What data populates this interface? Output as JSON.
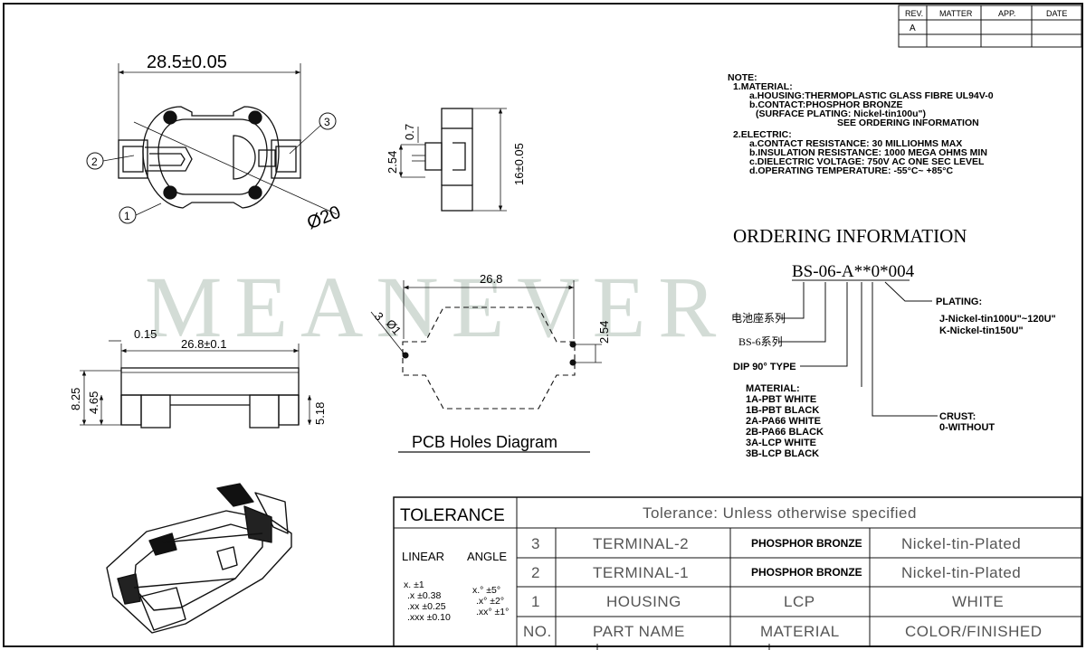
{
  "revision_table": {
    "headers": [
      "REV.",
      "MATTER",
      "APP.",
      "DATE"
    ],
    "row": [
      "A",
      "",
      "",
      ""
    ]
  },
  "dimensions": {
    "top_width": "28.5±0.05",
    "diameter": "Ø20",
    "side_height": "16±0.05",
    "side_pin_offset": "0.7",
    "side_pitch": "2.54",
    "pcb_width": "26.8",
    "pcb_hole_spacing": "2.54",
    "pcb_hole_diameter": "Ø1",
    "pcb_hole_count": "3",
    "front_flange": "0.15",
    "front_width": "26.8±0.1",
    "front_height": "8.25",
    "front_inner_height": "4.65",
    "front_pin_length": "5.18"
  },
  "callouts": [
    "1",
    "2",
    "3"
  ],
  "pcb_caption": "PCB Holes Diagram",
  "watermark": "MEANEVER",
  "notes": {
    "title": "NOTE:",
    "material_title": "1.MATERIAL:",
    "material_lines": [
      "a.HOUSING:THERMOPLASTIC GLASS FIBRE UL94V-0",
      "b.CONTACT:PHOSPHOR BRONZE",
      "(SURFACE PLATING: Nickel-tin100u\")",
      "SEE ORDERING INFORMATION"
    ],
    "electric_title": "2.ELECTRIC:",
    "electric_lines": [
      "a.CONTACT RESISTANCE: 30 MILLIOHMS MAX",
      "b.INSULATION RESISTANCE: 1000 MEGA OHMS MIN",
      "c.DIELECTRIC VOLTAGE: 750V AC ONE SEC LEVEL",
      "d.OPERATING TEMPERATURE: -55°C~ +85°C"
    ]
  },
  "ordering": {
    "title": "ORDERING INFORMATION",
    "part_code": "BS-06-A**0*004",
    "labels": {
      "series_cn": "电池座系列",
      "bs6_series": "BS-6系列",
      "dip": "DIP 90° TYPE",
      "material_title": "MATERIAL:",
      "material_options": [
        "1A-PBT WHITE",
        "1B-PBT BLACK",
        "2A-PA66 WHITE",
        "2B-PA66 BLACK",
        "3A-LCP WHITE",
        "3B-LCP BLACK"
      ],
      "plating_title": "PLATING:",
      "plating_options": [
        "J-Nickel-tin100U\"~120U\"",
        "K-Nickel-tin150U\""
      ],
      "crust_title": "CRUST:",
      "crust_options": [
        "0-WITHOUT"
      ]
    }
  },
  "title_block": {
    "tolerance_label": "TOLERANCE",
    "tolerance_note": "Tolerance: Unless otherwise specified",
    "linear_label": "LINEAR",
    "angle_label": "ANGLE",
    "linear_values": [
      "x.   ±1",
      ".x   ±0.38",
      ".xx   ±0.25",
      ".xxx  ±0.10"
    ],
    "angle_values": [
      "x.°   ±5°",
      ".x°  ±2°",
      ".xx° ±1°"
    ],
    "rows": [
      {
        "no": "3",
        "part": "TERMINAL-2",
        "material": "PHOSPHOR BRONZE",
        "finish": "Nickel-tin-Plated"
      },
      {
        "no": "2",
        "part": "TERMINAL-1",
        "material": "PHOSPHOR BRONZE",
        "finish": "Nickel-tin-Plated"
      },
      {
        "no": "1",
        "part": "HOUSING",
        "material": "LCP",
        "finish": "WHITE"
      }
    ],
    "header": {
      "no": "NO.",
      "part": "PART NAME",
      "material": "MATERIAL",
      "finish": "COLOR/FINISHED"
    }
  }
}
